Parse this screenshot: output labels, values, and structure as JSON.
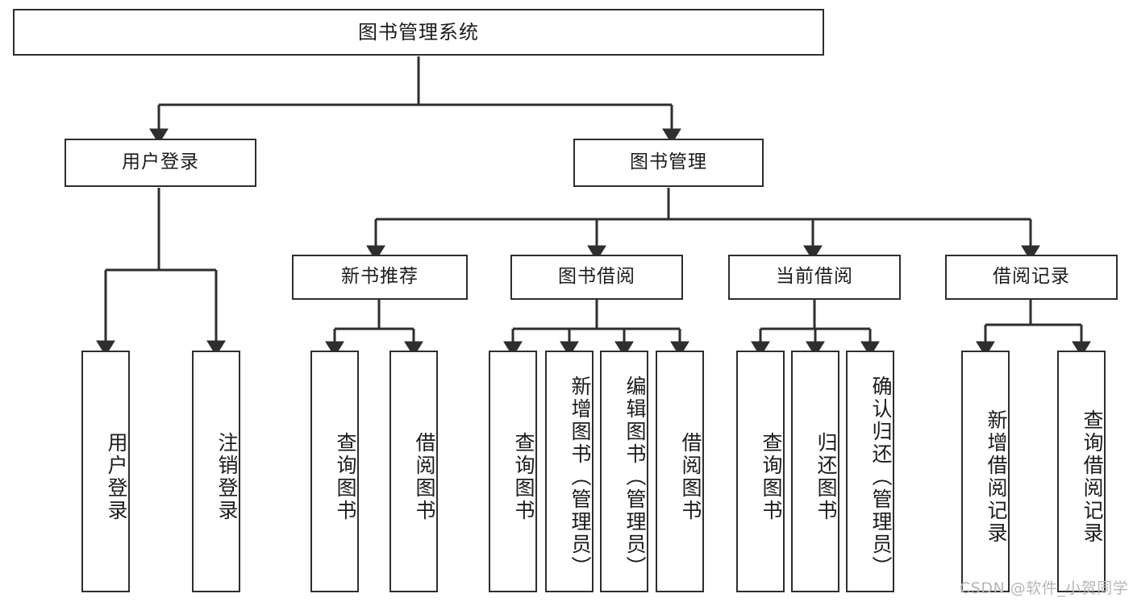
{
  "diagram": {
    "type": "tree",
    "title": "图书管理系统",
    "orientation": "top-down",
    "colors": {
      "border": "#2e2e2e",
      "fill": "#ffffff",
      "text": "#1b1b1b",
      "edge": "#2e2e2e",
      "watermark": "#b6b6b6"
    },
    "nodes": {
      "root": {
        "label": "图书管理系统",
        "level": 1,
        "orientation": "horizontal"
      },
      "user_login": {
        "label": "用户登录",
        "level": 2,
        "orientation": "horizontal"
      },
      "book_manage": {
        "label": "图书管理",
        "level": 2,
        "orientation": "horizontal"
      },
      "new_book_rec": {
        "label": "新书推荐",
        "level": 3,
        "orientation": "horizontal"
      },
      "book_borrow": {
        "label": "图书借阅",
        "level": 3,
        "orientation": "horizontal"
      },
      "current_borrow": {
        "label": "当前借阅",
        "level": 3,
        "orientation": "horizontal"
      },
      "borrow_record": {
        "label": "借阅记录",
        "level": 3,
        "orientation": "horizontal"
      },
      "leaf_user_login": {
        "label": "用户登录",
        "level": 3,
        "orientation": "vertical"
      },
      "leaf_logout": {
        "label": "注销登录",
        "level": 3,
        "orientation": "vertical"
      },
      "leaf_query_book_1": {
        "label": "查询图书",
        "level": 4,
        "orientation": "vertical"
      },
      "leaf_borrow_book_1": {
        "label": "借阅图书",
        "level": 4,
        "orientation": "vertical"
      },
      "leaf_query_book_2": {
        "label": "查询图书",
        "level": 4,
        "orientation": "vertical"
      },
      "leaf_add_book": {
        "label": "新增图书（管理员）",
        "level": 4,
        "orientation": "vertical"
      },
      "leaf_edit_book": {
        "label": "编辑图书（管理员）",
        "level": 4,
        "orientation": "vertical"
      },
      "leaf_borrow_book_2": {
        "label": "借阅图书",
        "level": 4,
        "orientation": "vertical"
      },
      "leaf_query_book_3": {
        "label": "查询图书",
        "level": 4,
        "orientation": "vertical"
      },
      "leaf_return_book": {
        "label": "归还图书",
        "level": 4,
        "orientation": "vertical"
      },
      "leaf_confirm_return": {
        "label": "确认归还（管理员）",
        "level": 4,
        "orientation": "vertical"
      },
      "leaf_add_record": {
        "label": "新增借阅记录",
        "level": 4,
        "orientation": "vertical"
      },
      "leaf_query_record": {
        "label": "查询借阅记录",
        "level": 4,
        "orientation": "vertical"
      }
    },
    "edges": [
      {
        "from": "root",
        "to": "user_login"
      },
      {
        "from": "root",
        "to": "book_manage"
      },
      {
        "from": "user_login",
        "to": "leaf_user_login"
      },
      {
        "from": "user_login",
        "to": "leaf_logout"
      },
      {
        "from": "book_manage",
        "to": "new_book_rec"
      },
      {
        "from": "book_manage",
        "to": "book_borrow"
      },
      {
        "from": "book_manage",
        "to": "current_borrow"
      },
      {
        "from": "book_manage",
        "to": "borrow_record"
      },
      {
        "from": "new_book_rec",
        "to": "leaf_query_book_1"
      },
      {
        "from": "new_book_rec",
        "to": "leaf_borrow_book_1"
      },
      {
        "from": "book_borrow",
        "to": "leaf_query_book_2"
      },
      {
        "from": "book_borrow",
        "to": "leaf_add_book"
      },
      {
        "from": "book_borrow",
        "to": "leaf_edit_book"
      },
      {
        "from": "book_borrow",
        "to": "leaf_borrow_book_2"
      },
      {
        "from": "current_borrow",
        "to": "leaf_query_book_3"
      },
      {
        "from": "current_borrow",
        "to": "leaf_return_book"
      },
      {
        "from": "current_borrow",
        "to": "leaf_confirm_return"
      },
      {
        "from": "borrow_record",
        "to": "leaf_add_record"
      },
      {
        "from": "borrow_record",
        "to": "leaf_query_record"
      }
    ]
  },
  "watermark": {
    "text": "CSDN @软件_小贺同学"
  }
}
